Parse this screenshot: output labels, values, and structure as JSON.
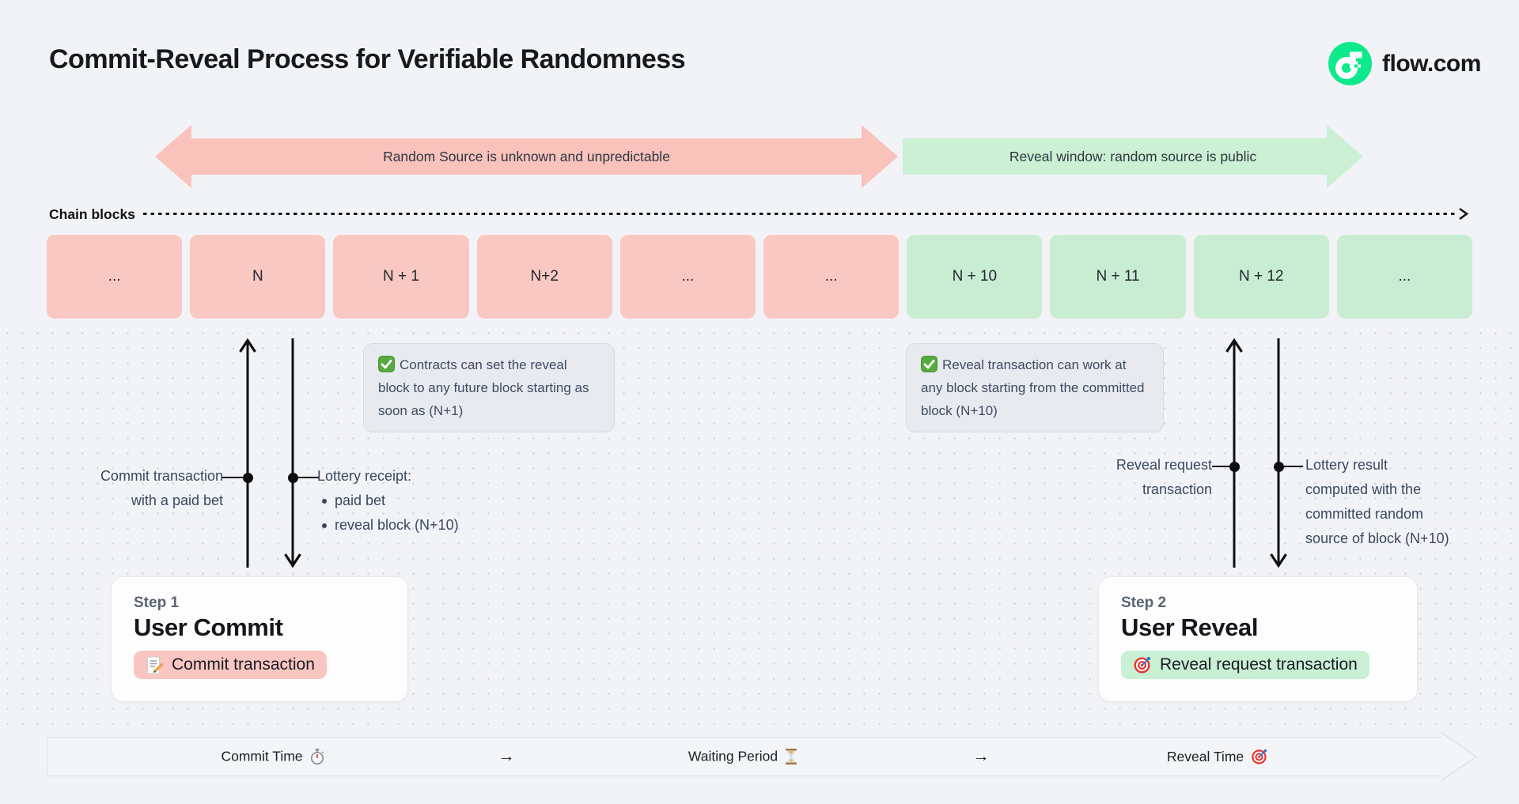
{
  "header": {
    "title": "Commit-Reveal Process for Verifiable Randomness",
    "brand": "flow.com"
  },
  "colors": {
    "flow_green": "#00ef8b",
    "commit_pink": "#f9c2bb",
    "reveal_green": "#cbf0d3",
    "background": "#f2f3f7",
    "slate_text": "#3d4b63"
  },
  "banners": {
    "unknown": "Random Source is unknown and unpredictable",
    "reveal": "Reveal window: random source is public"
  },
  "chain": {
    "label": "Chain blocks",
    "blocks": [
      "...",
      "N",
      "N + 1",
      "N+2",
      "...",
      "...",
      "N + 10",
      "N + 11",
      "N + 12",
      "..."
    ]
  },
  "notes": [
    {
      "text": "Contracts can set the reveal block to any future block starting as soon as (N+1)"
    },
    {
      "text": "Reveal transaction can work at any block starting from the committed block (N+10)"
    }
  ],
  "annotations": {
    "commit_tx": [
      "Commit transaction",
      "with a paid bet"
    ],
    "lottery_receipt": {
      "title": "Lottery receipt:",
      "bullets": [
        "paid bet",
        "reveal block (N+10)"
      ]
    },
    "reveal_request": [
      "Reveal request",
      "transaction"
    ],
    "lottery_result": [
      "Lottery result",
      "computed with the",
      "committed random",
      "source of block (N+10)"
    ]
  },
  "steps": [
    {
      "step_label": "Step 1",
      "title": "User Commit",
      "badge_label": "Commit transaction",
      "icon": "memo-icon"
    },
    {
      "step_label": "Step 2",
      "title": "User Reveal",
      "badge_label": "Reveal request transaction",
      "icon": "target-icon"
    }
  ],
  "timeline": {
    "arrow": "→",
    "items": [
      {
        "label": "Commit Time",
        "icon": "stopwatch-icon"
      },
      {
        "label": "Waiting Period",
        "icon": "hourglass-icon"
      },
      {
        "label": "Reveal Time",
        "icon": "target-icon"
      }
    ]
  },
  "icons": {
    "flow-logo": "flow brand mark",
    "check-icon": "✅",
    "memo-icon": "📝",
    "target-icon": "🎯",
    "stopwatch-icon": "⏱",
    "hourglass-icon": "⌛",
    "chain-arrow-icon": "→"
  }
}
